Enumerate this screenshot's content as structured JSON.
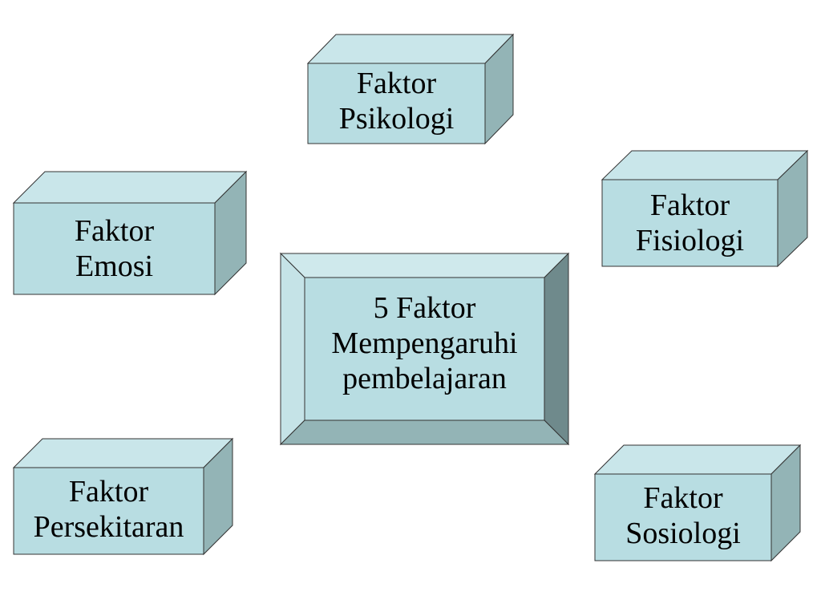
{
  "center": {
    "line1": "5 Faktor",
    "line2": "Mempengaruhi",
    "line3": "pembelajaran"
  },
  "boxes": {
    "psikologi": {
      "line1": "Faktor",
      "line2": "Psikologi"
    },
    "emosi": {
      "line1": "Faktor",
      "line2": "Emosi"
    },
    "fisiologi": {
      "line1": "Faktor",
      "line2": "Fisiologi"
    },
    "persekitaran": {
      "line1": "Faktor",
      "line2": "Persekitaran"
    },
    "sosiologi": {
      "line1": "Faktor",
      "line2": "Sosiologi"
    }
  },
  "colors": {
    "box_front": "#b8dde2",
    "box_top": "#c9e6ea",
    "box_side": "#93b4b6",
    "bevel_dark": "#6f8a8c"
  }
}
